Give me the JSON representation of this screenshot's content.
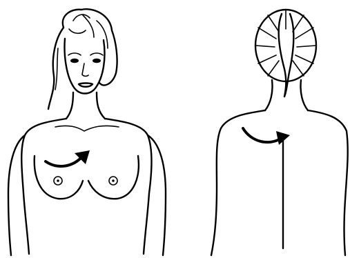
{
  "figures": [
    {
      "view": "front",
      "arrow_direction": "right"
    },
    {
      "view": "back",
      "arrow_direction": "right"
    }
  ],
  "colors": {
    "line": "#000000",
    "background": "#ffffff"
  }
}
